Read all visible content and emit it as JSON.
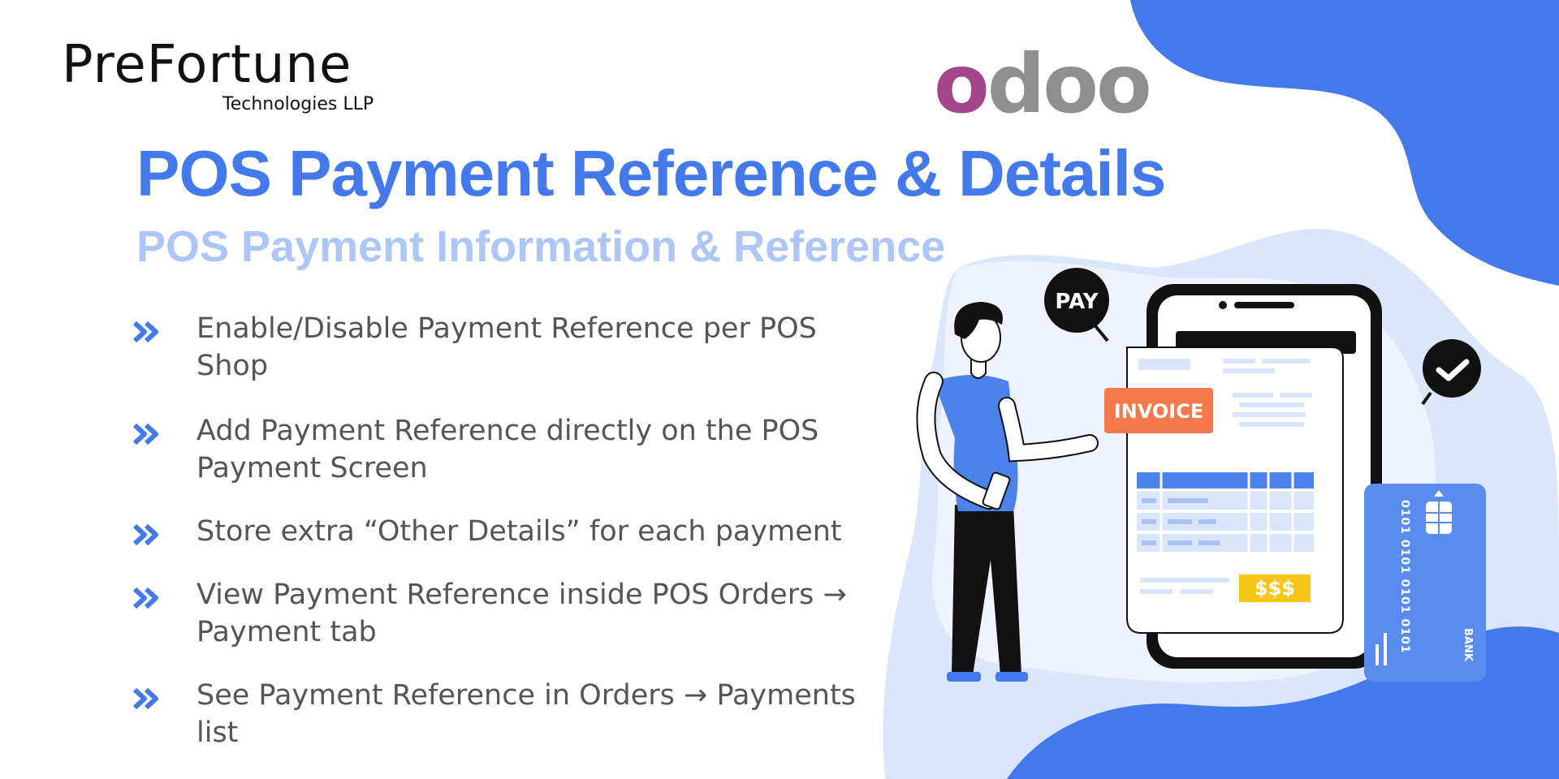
{
  "brand": {
    "name": "PreFortune",
    "subname": "Technologies LLP",
    "partner_logo_first": "o",
    "partner_logo_rest": "doo"
  },
  "hero": {
    "title": "POS Payment Reference & Details",
    "subtitle": "POS Payment Information & Reference"
  },
  "features": [
    "Enable/Disable Payment Reference per POS Shop",
    "Add Payment Reference directly on the POS Payment Screen",
    "Store extra “Other Details” for each payment",
    "View Payment Reference inside POS Orders → Payment tab",
    "See Payment Reference in Orders → Payments list"
  ],
  "illustration": {
    "pay_badge": "PAY",
    "invoice_tag": "INVOICE",
    "amount": "$$$",
    "card_bank": "BANK",
    "card_digits": "0101 0101 0101 0101"
  },
  "colors": {
    "primary_blue": "#4379ea",
    "light_blue": "#aec6f6",
    "pale_blue": "#dbe6fb",
    "odoo_purple": "#a24689",
    "odoo_gray": "#8f8f8f",
    "invoice_orange": "#f47a4d",
    "amount_yellow": "#f5c518"
  }
}
